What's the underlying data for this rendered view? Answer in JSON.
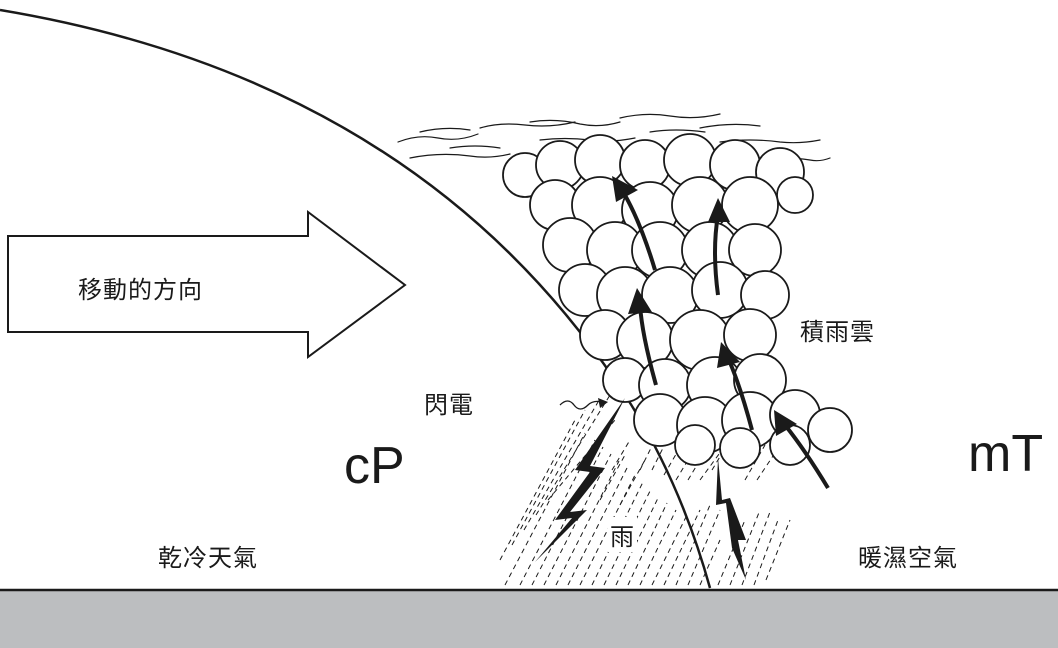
{
  "labels": {
    "direction": "移動的方向",
    "cloud": "積雨雲",
    "lightning": "閃電",
    "rain": "雨",
    "cold_air": "乾冷天氣",
    "warm_air": "暖濕空氣",
    "cold_mass": "cP",
    "warm_mass": "mT"
  },
  "colors": {
    "ground": "#bcbec0",
    "line": "#1a1a1a",
    "background": "#ffffff"
  }
}
